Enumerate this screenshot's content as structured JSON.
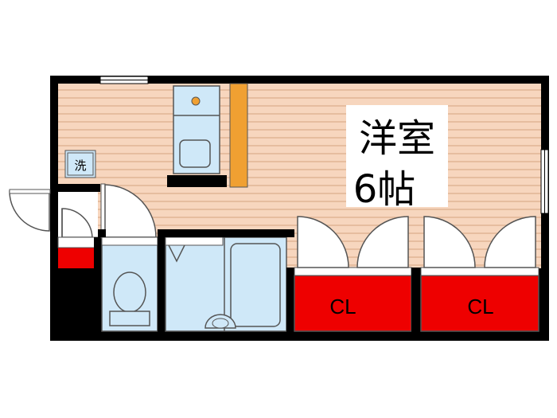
{
  "floorplan": {
    "room": {
      "name": "洋室",
      "size": "6帖"
    },
    "closets": [
      {
        "label": "CL"
      },
      {
        "label": "CL"
      }
    ],
    "washer": {
      "label": "洗"
    }
  },
  "colors": {
    "wall": "#000000",
    "floor_wood": "#f7d6be",
    "floor_line": "#dcae8d",
    "wet_area": "#cfe8f8",
    "closet": "#ee0000",
    "kitchen_panel": "#f0a032",
    "door": "#ffffff",
    "outline": "#555555"
  }
}
